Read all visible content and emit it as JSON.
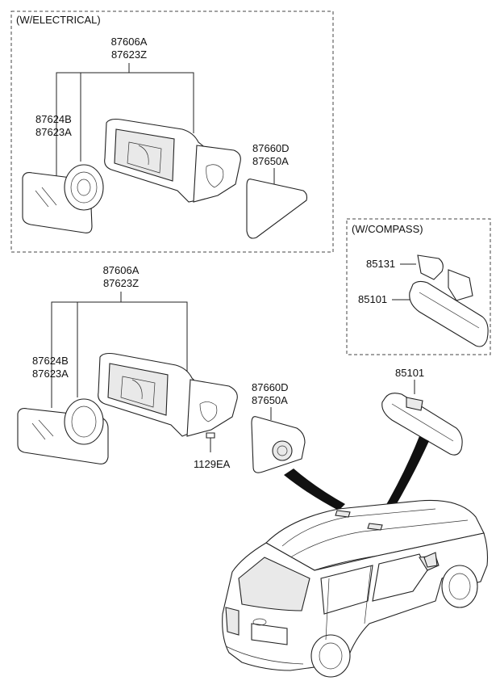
{
  "groups": {
    "electrical": {
      "title": "(W/ELECTRICAL)",
      "mirror_assy": [
        "87606A",
        "87623Z"
      ],
      "glass": [
        "87624B",
        "87623A"
      ],
      "cover": [
        "87660D",
        "87650A"
      ]
    },
    "compass": {
      "title": "(W/COMPASS)",
      "cover_part": "85131",
      "inside_mirror": "85101"
    }
  },
  "manual": {
    "mirror_assy": [
      "87606A",
      "87623Z"
    ],
    "glass": [
      "87624B",
      "87623A"
    ],
    "cover": [
      "87660D",
      "87650A"
    ],
    "bolt": "1129EA",
    "inside_mirror": "85101"
  }
}
